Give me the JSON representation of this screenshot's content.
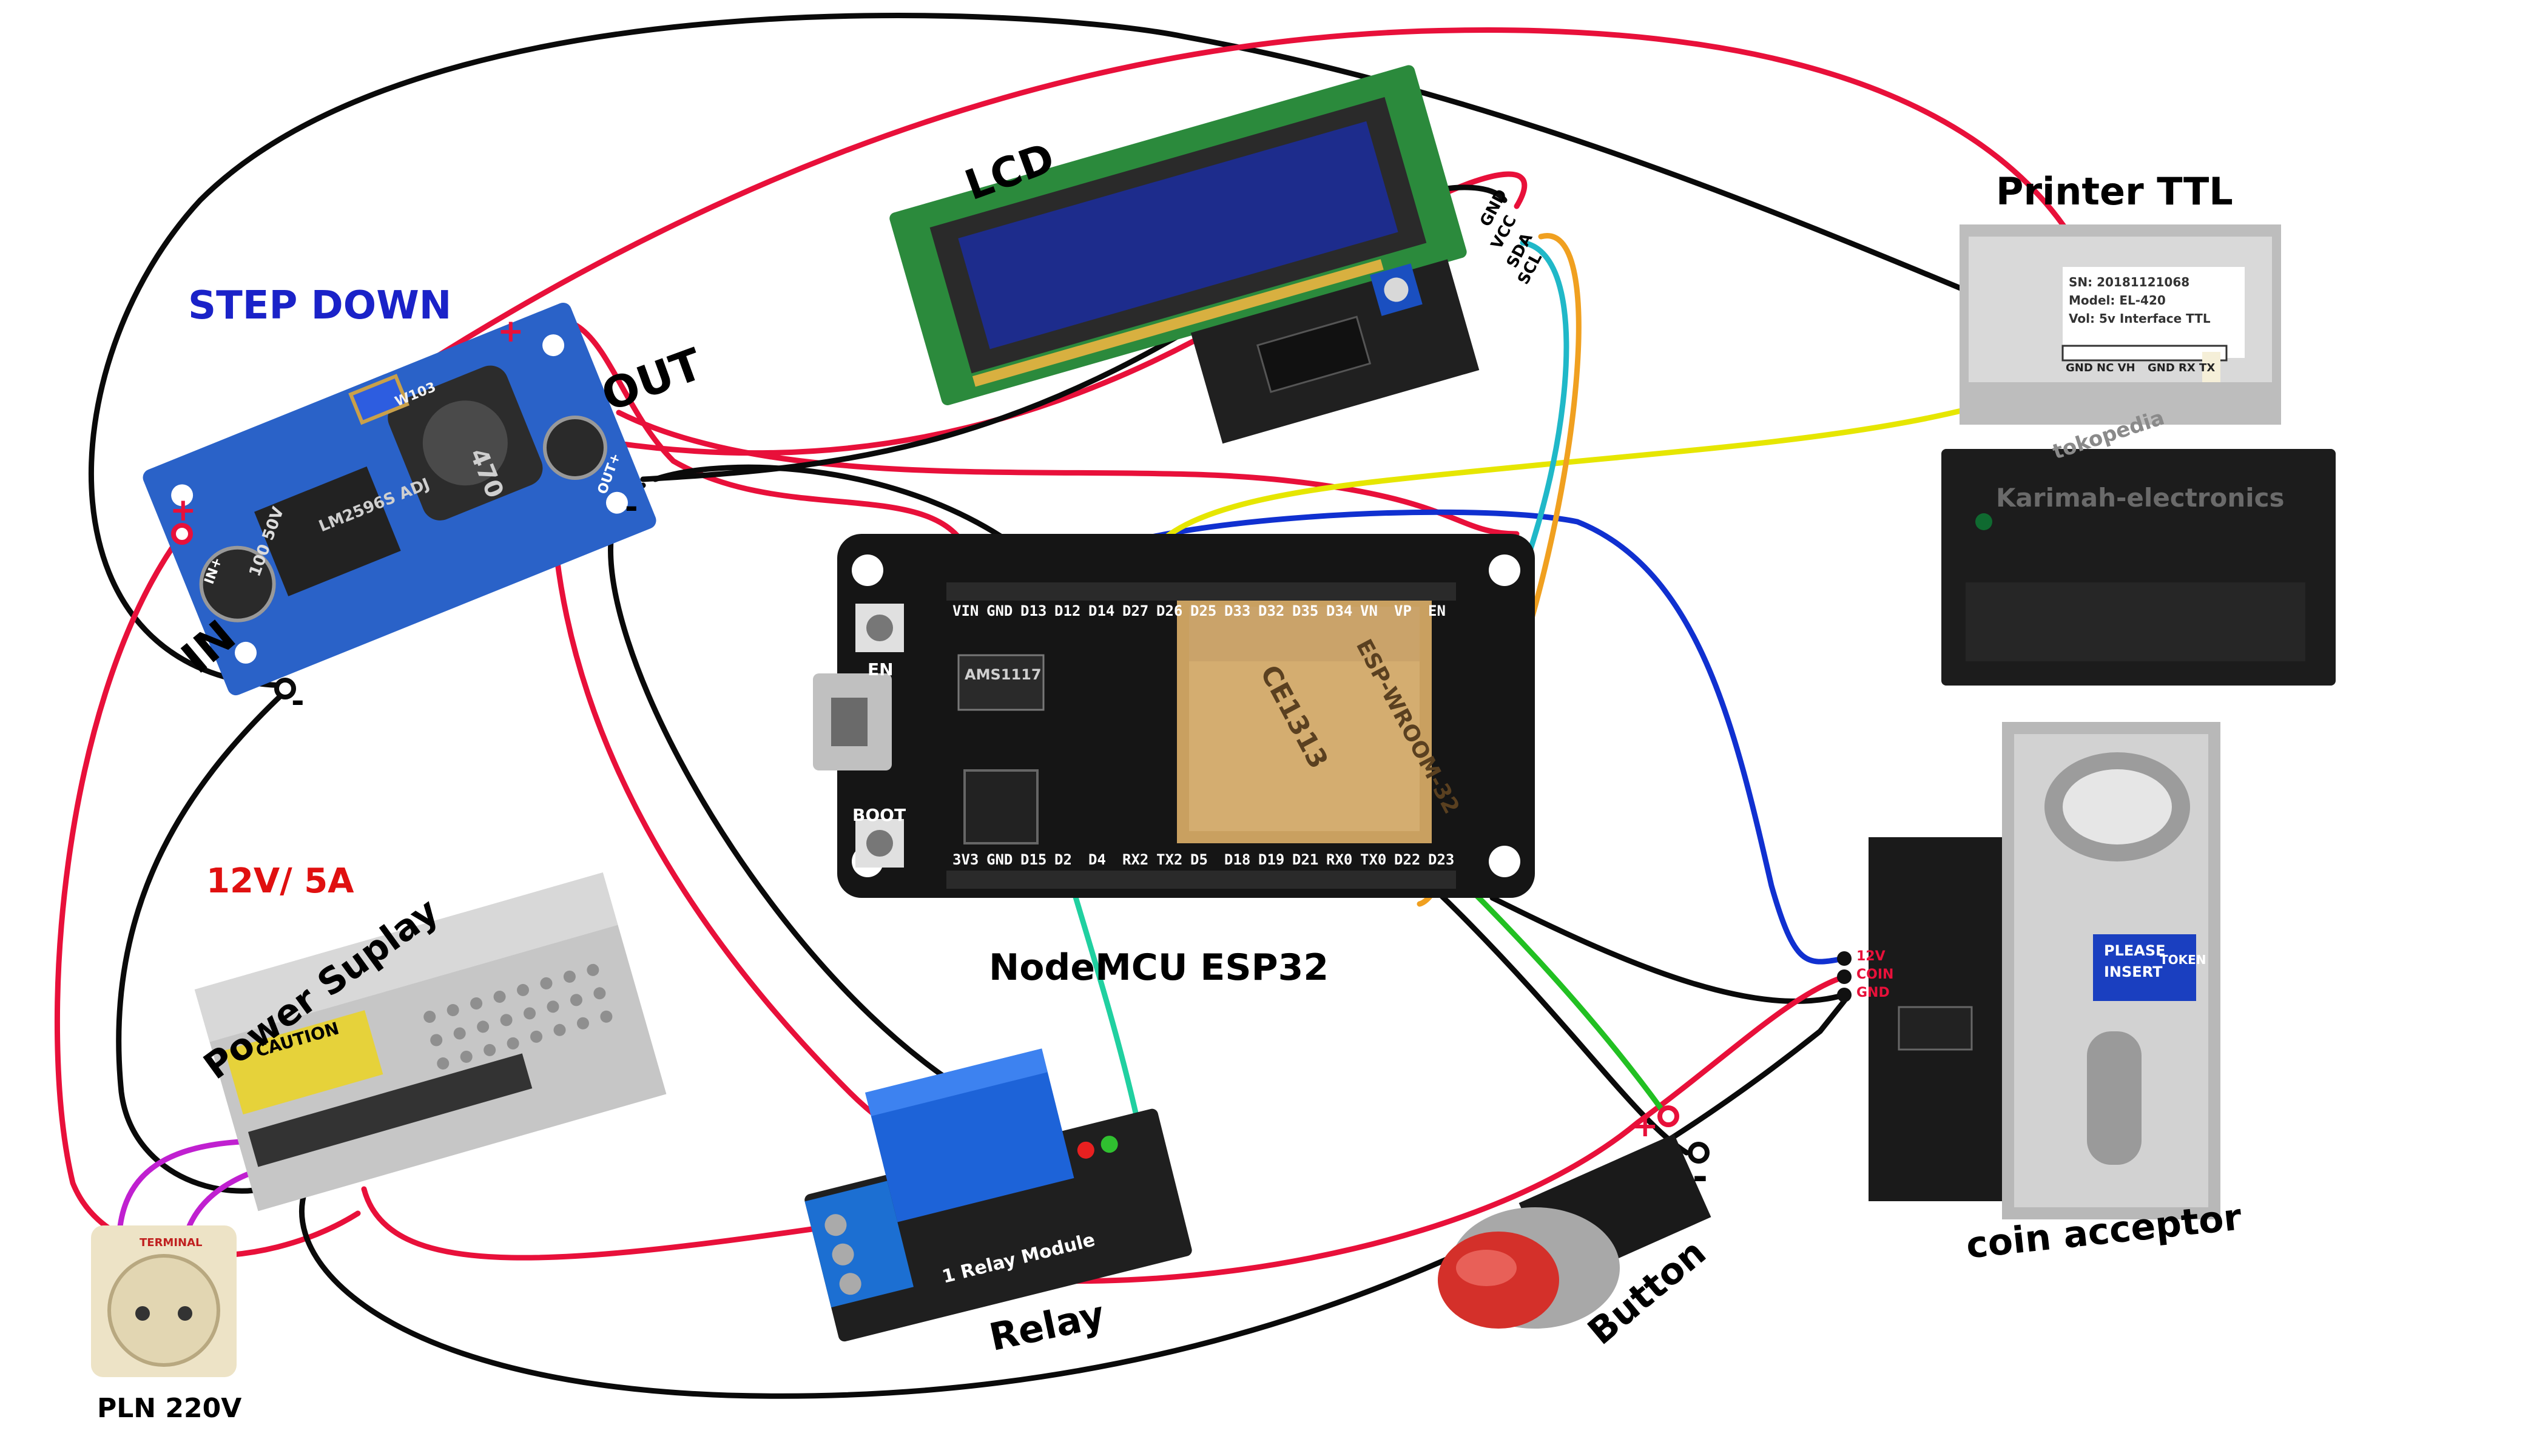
{
  "labels": {
    "step_down": "STEP DOWN",
    "in": "IN",
    "out": "OUT",
    "lcd": "LCD",
    "printer": "Printer TTL",
    "nodemcu": "NodeMCU ESP32",
    "power_rating": "12V/ 5A",
    "power_supply": "Power Suplay",
    "relay": "Relay",
    "button": "Button",
    "coin": "coin acceptor",
    "pln": "PLN 220V"
  },
  "esp32": {
    "top_pins": [
      "VIN",
      "GND",
      "D13",
      "D12",
      "D14",
      "D27",
      "D26",
      "D25",
      "D33",
      "D32",
      "D35",
      "D34",
      "VN",
      "VP",
      "EN"
    ],
    "bottom_pins": [
      "3V3",
      "GND",
      "D15",
      "D2",
      "D4",
      "RX2",
      "TX2",
      "D5",
      "D18",
      "D19",
      "D21",
      "RX0",
      "TX0",
      "D22",
      "D23"
    ],
    "en_label": "EN",
    "boot_label": "BOOT",
    "module_text": "ESP-WROOM-32",
    "ce_text": "CE1313",
    "ams_text": "AMS1117"
  },
  "lcd_i2c": {
    "pins": [
      "GND",
      "VCC",
      "SDA",
      "SCL"
    ]
  },
  "step_down_board": {
    "ic_text": "LM2596S ADJ",
    "inductor_text": "470",
    "pot_text": "W103",
    "cap_text": "100 50V",
    "plus": "+",
    "minus": "-",
    "in_plus": "IN+",
    "out_plus": "OUT+"
  },
  "printer_module": {
    "sticker_line1": "SN: 20181121068",
    "sticker_line2": "Model: EL-420",
    "sticker_line3": "Vol: 5v Interface TTL",
    "pins_left": "GND NC VH",
    "pins_right": "GND RX TX",
    "brand": "Karimah-electronics",
    "watermark": "tokopedia"
  },
  "coin_module": {
    "plate_text_1": "PLEASE",
    "plate_text_2": "INSERT",
    "plate_text_3": "TOKEN",
    "pin_labels": [
      "12V",
      "COIN",
      "GND"
    ]
  },
  "relay_module": {
    "board_text": "1 Relay Module"
  },
  "psu": {
    "caution": "CAUTION"
  },
  "outlet": {
    "text": "TERMINAL"
  },
  "button_part": {
    "plus": "+",
    "minus": "-"
  },
  "colors": {
    "wire_red": "#e8103a",
    "wire_black": "#0a0a0a",
    "wire_blue": "#1030d0",
    "wire_yellow": "#e6e600",
    "wire_green": "#22c022",
    "wire_cyan": "#20b8c8",
    "wire_orange": "#f0a020",
    "wire_magenta": "#c020d0",
    "step_down_title": "#1a22c8",
    "power_rating": "#e01010"
  }
}
